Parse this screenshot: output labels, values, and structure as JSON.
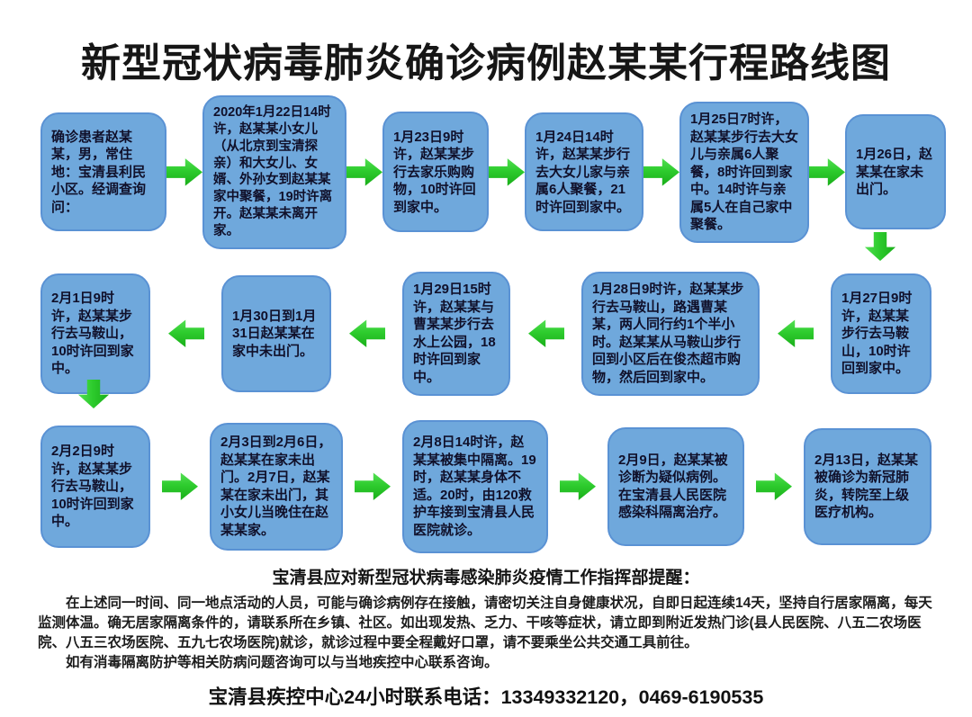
{
  "title": "新型冠状病毒肺炎确诊病例赵某某行程路线图",
  "colors": {
    "box_fill": "#6fa8dc",
    "box_border": "#5a92d4",
    "arrow_green": "#2ecc2e",
    "text": "#10102a"
  },
  "boxes": [
    {
      "id": 1,
      "text": "确诊患者赵某某，男，常住地：宝清县利民小区。经调查询问："
    },
    {
      "id": 2,
      "text": "2020年1月22日14时许，赵某某小女儿（从北京到宝清探亲）和大女儿、女婿、外孙女到赵某某家中聚餐，19时许离开。赵某某未离开家。"
    },
    {
      "id": 3,
      "text": "1月23日9时许，赵某某步行去家乐购购物，10时许回到家中。"
    },
    {
      "id": 4,
      "text": "1月24日14时许，赵某某步行去大女儿家与亲属6人聚餐，21时许回到家中。"
    },
    {
      "id": 5,
      "text": "1月25日7时许，赵某某步行去大女儿与亲属6人聚餐，8时许回到家中。14时许与亲属5人在自己家中聚餐。"
    },
    {
      "id": 6,
      "text": "1月26日，赵某某在家未出门。"
    },
    {
      "id": 7,
      "text": "1月27日9时许，赵某某步行去马鞍山，10时许回到家中。"
    },
    {
      "id": 8,
      "text": "1月28日9时许，赵某某步行去马鞍山，路遇曹某某，两人同行约1个半小时。赵某某从马鞍山步行回到小区后在俊杰超市购物，然后回到家中。"
    },
    {
      "id": 9,
      "text": "1月29日15时许，赵某某与曹某某步行去水上公园，18时许回到家中。"
    },
    {
      "id": 10,
      "text": "1月30日到1月31日赵某某在家中未出门。"
    },
    {
      "id": 11,
      "text": "2月1日9时许，赵某某步行去马鞍山，10时许回到家中。"
    },
    {
      "id": 12,
      "text": "2月2日9时许，赵某某步行去马鞍山，10时许回到家中。"
    },
    {
      "id": 13,
      "text": "2月3日到2月6日，赵某某在家未出门。2月7日，赵某某在家未出门，其小女儿当晚住在赵某某家。"
    },
    {
      "id": 14,
      "text": "2月8日14时许，赵某某被集中隔离。19时，赵某某身体不适。20时，由120救护车接到宝清县人民医院就诊。"
    },
    {
      "id": 15,
      "text": "2月9日，赵某某被诊断为疑似病例。在宝清县人民医院感染科隔离治疗。"
    },
    {
      "id": 16,
      "text": "2月13日，赵某某被确诊为新冠肺炎，转院至上级医疗机构。"
    }
  ],
  "notice": {
    "heading": "宝清县应对新型冠状病毒感染肺炎疫情工作指挥部提醒：",
    "para1": "在上述同一时间、同一地点活动的人员，可能与确诊病例存在接触，请密切关注自身健康状况，自即日起连续14天，坚持自行居家隔离，每天监测体温。确无居家隔离条件的，请联系所在乡镇、社区。如出现发热、乏力、干咳等症状，请立即到附近发热门诊(县人民医院、八五二农场医院、八五三农场医院、五九七农场医院)就诊，就诊过程中要全程戴好口罩，请不要乘坐公共交通工具前往。",
    "para2": "如有消毒隔离防护等相关防病问题咨询可以与当地疾控中心联系咨询。",
    "hotline": "宝清县疾控中心24小时联系电话：13349332120，0469-6190535"
  }
}
